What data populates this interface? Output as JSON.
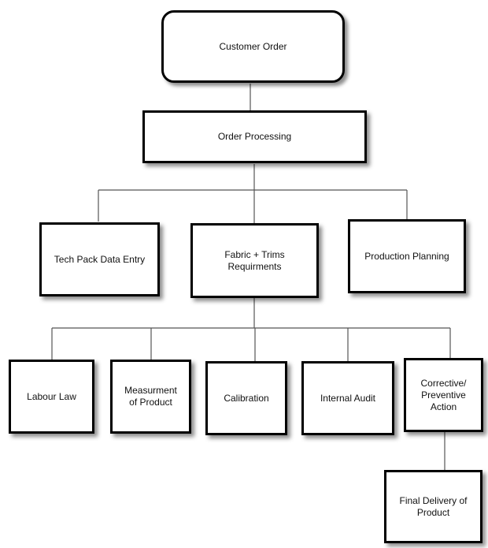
{
  "nodes": {
    "customer_order": "Customer Order",
    "order_processing": "Order Processing",
    "tech_pack": "Tech Pack Data Entry",
    "fabric_trims": "Fabric + Trims\nRequirments",
    "production_planning": "Production Planning",
    "labour_law": "Labour Law",
    "measurement": "Measurment\nof Product",
    "calibration": "Calibration",
    "internal_audit": "Internal Audit",
    "corrective_action": "Corrective/\nPreventive\nAction",
    "final_delivery": "Final Delivery of\nProduct"
  },
  "colors": {
    "line": "#555555",
    "border": "#000000"
  }
}
